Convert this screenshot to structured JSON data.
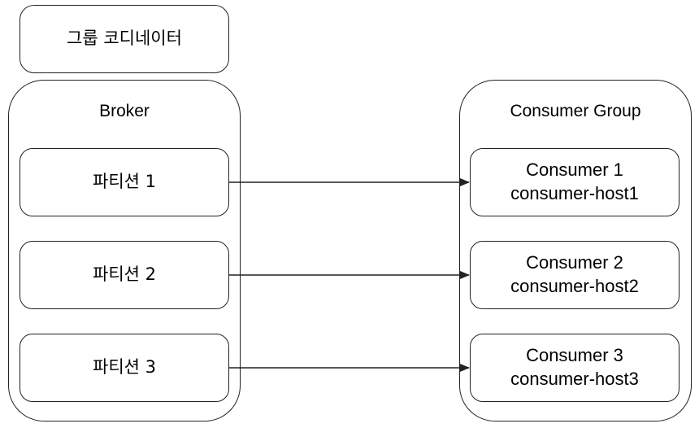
{
  "coordinator": {
    "label": "그룹 코디네이터"
  },
  "broker": {
    "title": "Broker",
    "partitions": [
      {
        "label": "파티션 1"
      },
      {
        "label": "파티션 2"
      },
      {
        "label": "파티션 3"
      }
    ]
  },
  "consumer_group": {
    "title": "Consumer Group",
    "consumers": [
      {
        "name": "Consumer 1",
        "host": "consumer-host1"
      },
      {
        "name": "Consumer 2",
        "host": "consumer-host2"
      },
      {
        "name": "Consumer 3",
        "host": "consumer-host3"
      }
    ]
  },
  "edges": [
    {
      "from": "파티션 1",
      "to": "Consumer 1"
    },
    {
      "from": "파티션 2",
      "to": "Consumer 2"
    },
    {
      "from": "파티션 3",
      "to": "Consumer 3"
    }
  ],
  "colors": {
    "stroke": "#222222",
    "background": "#ffffff"
  }
}
